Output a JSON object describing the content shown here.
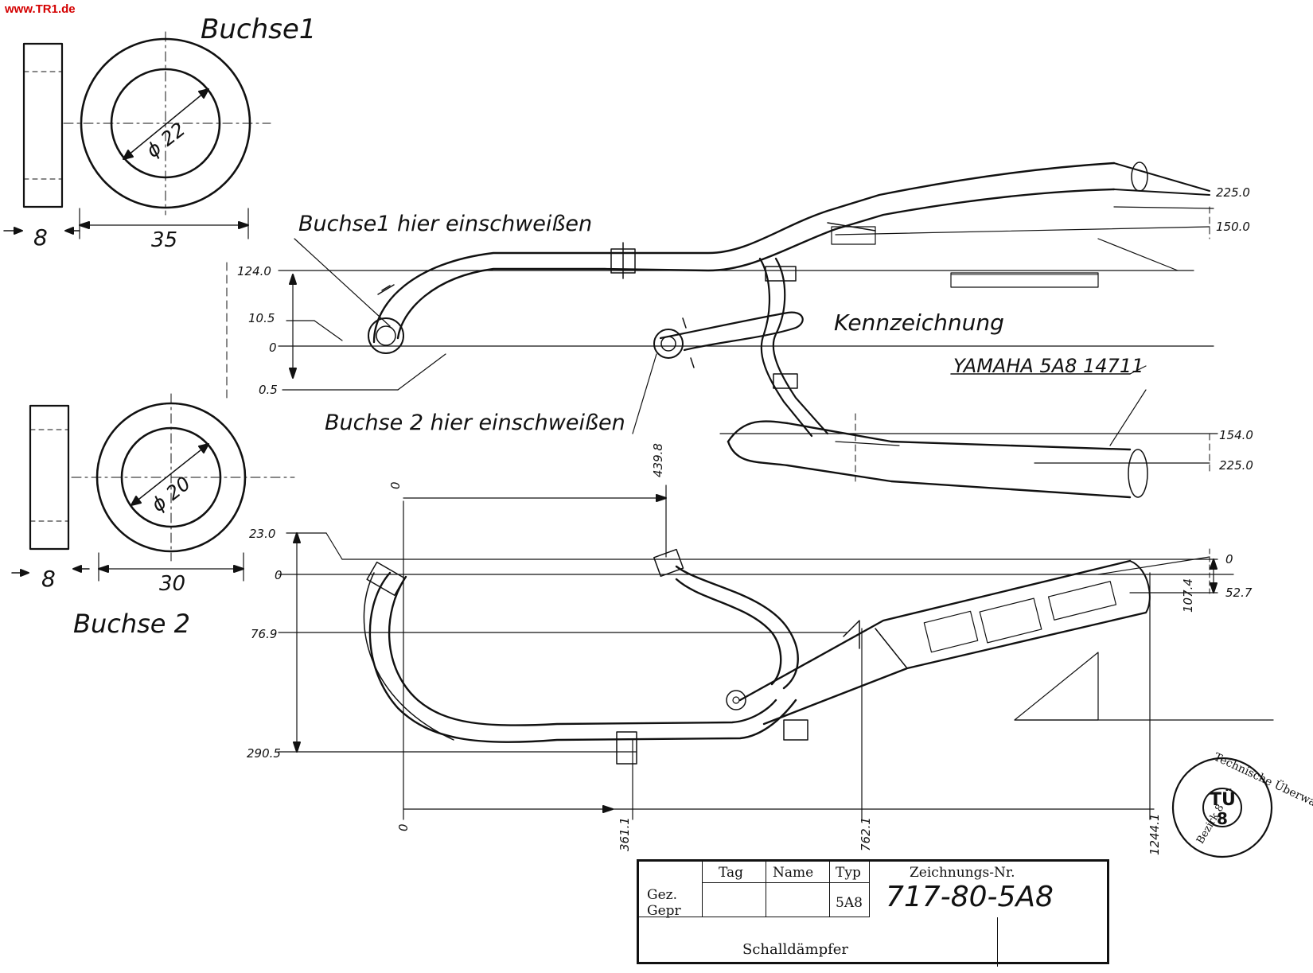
{
  "watermark": "www.TR1.de",
  "bushing1": {
    "title": "Buchse1",
    "diameter": "ϕ 22",
    "width": "8",
    "outer": "35"
  },
  "bushing2": {
    "title": "Buchse 2",
    "diameter": "ϕ 20",
    "width": "8",
    "outer": "30"
  },
  "notes": {
    "weld1": "Buchse1 hier einschweißen",
    "weld2": "Buchse 2 hier einschweißen",
    "marking": "Kennzeichnung",
    "marking_text": "YAMAHA 5A8 14711"
  },
  "top_view": {
    "dims_left": [
      "124.0",
      "10.5",
      "0",
      "0.5"
    ],
    "dims_right": [
      "225.0",
      "150.0",
      "154.0",
      "225.0"
    ]
  },
  "side_view": {
    "dims_left": [
      "23.0",
      "0",
      "76.9",
      "290.5"
    ],
    "dims_right": [
      "0",
      "52.7",
      "107.4"
    ],
    "dims_bottom": [
      "0",
      "361.1",
      "762.1",
      "1244.1"
    ],
    "dim_top": "439.8",
    "dim_top_zero": "0"
  },
  "title_block": {
    "col_tag": "Tag",
    "col_name": "Name",
    "col_typ": "Typ",
    "col_nr": "Zeichnungs-Nr.",
    "row_gez": "Gez.",
    "row_gepr": "Gepr",
    "typ": "5A8",
    "drawing_no": "717-80-5A8",
    "description": "Schalldämpfer"
  },
  "stamp": {
    "text": "Technische Überwachung",
    "district": "Bezirk 8",
    "center": "TÜ",
    "number": "8"
  }
}
